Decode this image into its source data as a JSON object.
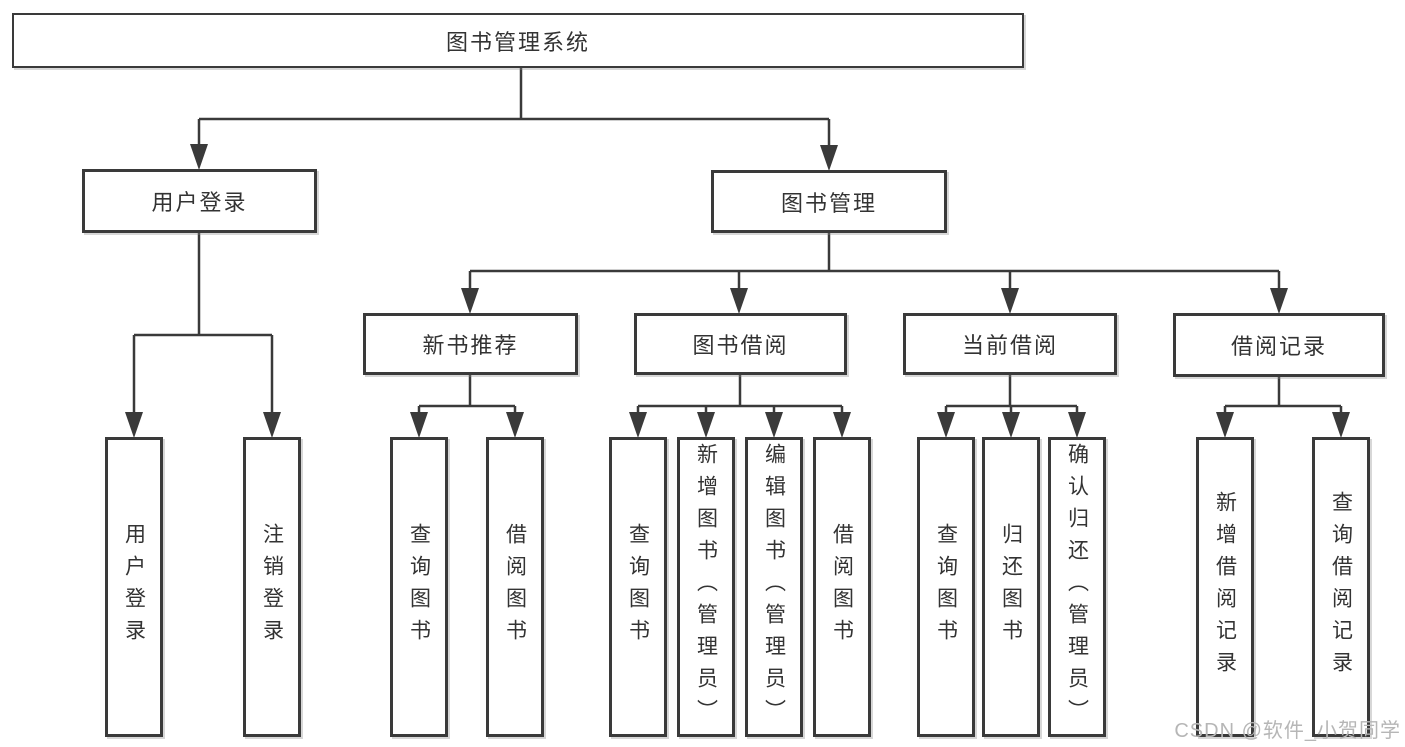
{
  "colors": {
    "line": "#3a3a3a",
    "text": "#333333",
    "watermark": "#b6b6b6",
    "background": "#ffffff"
  },
  "watermark": {
    "text": "CSDN @软件_小贺同学"
  },
  "tree": {
    "label": "图书管理系统",
    "children": [
      {
        "label": "用户登录",
        "children": [
          {
            "label": "用户登录"
          },
          {
            "label": "注销登录"
          }
        ]
      },
      {
        "label": "图书管理",
        "children": [
          {
            "label": "新书推荐",
            "children": [
              {
                "label": "查询图书"
              },
              {
                "label": "借阅图书"
              }
            ]
          },
          {
            "label": "图书借阅",
            "children": [
              {
                "label": "查询图书"
              },
              {
                "label": "新增图书（管理员）"
              },
              {
                "label": "编辑图书（管理员）"
              },
              {
                "label": "借阅图书"
              }
            ]
          },
          {
            "label": "当前借阅",
            "children": [
              {
                "label": "查询图书"
              },
              {
                "label": "归还图书"
              },
              {
                "label": "确认归还（管理员）"
              }
            ]
          },
          {
            "label": "借阅记录",
            "children": [
              {
                "label": "新增借阅记录"
              },
              {
                "label": "查询借阅记录"
              }
            ]
          }
        ]
      }
    ]
  }
}
